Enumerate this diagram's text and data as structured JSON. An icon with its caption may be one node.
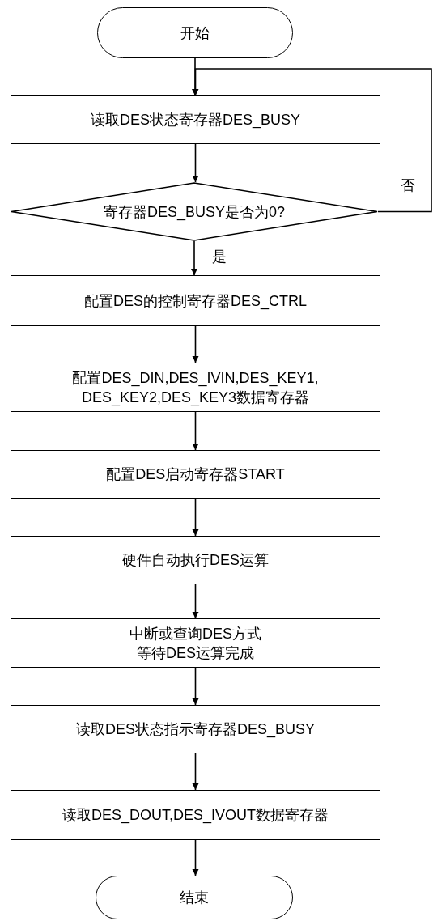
{
  "diagram": {
    "nodes": [
      {
        "text": [
          "开始"
        ]
      },
      {
        "text": [
          "读取DES状态寄存器DES_BUSY"
        ]
      },
      {
        "text": [
          "寄存器DES_BUSY是否为0?"
        ]
      },
      {
        "text": [
          "配置DES的控制寄存器DES_CTRL"
        ]
      },
      {
        "text": [
          "配置DES_DIN,DES_IVIN,DES_KEY1, DES_KEY2,DES_KEY3数据寄存器"
        ]
      },
      {
        "text": [
          "配置DES启动寄存器START"
        ]
      },
      {
        "text": [
          "硬件自动执行DES运算"
        ]
      },
      {
        "text": [
          "中断或查询DES方式等待DES运算完成"
        ]
      },
      {
        "text": [
          "读取DES状态指示寄存器DES_BUSY"
        ]
      },
      {
        "text": [
          "读取DES_DOUT,DES_IVOUT数据寄存器"
        ]
      },
      {
        "text": [
          "结束"
        ]
      }
    ],
    "edges": [
      {
        "from": 0,
        "to": 1,
        "arrow": "to"
      },
      {
        "from": 1,
        "to": 2,
        "arrow": "to"
      },
      {
        "from": 2,
        "to": 1,
        "arrow": "to",
        "label": "否"
      },
      {
        "from": 2,
        "to": 3,
        "arrow": "to",
        "label": "是"
      },
      {
        "from": 3,
        "to": 4,
        "arrow": "to"
      },
      {
        "from": 4,
        "to": 5,
        "arrow": "to"
      },
      {
        "from": 5,
        "to": 6,
        "arrow": "to"
      },
      {
        "from": 6,
        "to": 7,
        "arrow": "to"
      },
      {
        "from": 7,
        "to": 8,
        "arrow": "to"
      },
      {
        "from": 8,
        "to": 9,
        "arrow": "to"
      },
      {
        "from": 9,
        "to": 10,
        "arrow": "to"
      }
    ]
  }
}
